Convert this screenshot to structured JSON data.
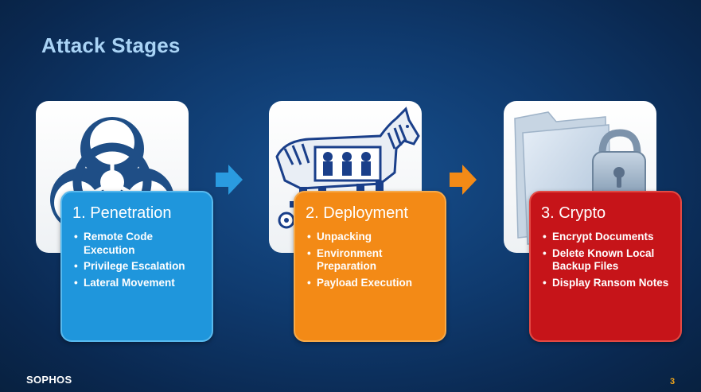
{
  "title": "Attack Stages",
  "stages": [
    {
      "title": "1. Penetration",
      "color": "#1f96dc",
      "icon": "biohazard-icon",
      "items": [
        "Remote Code Execution",
        "Privilege Escalation",
        "Lateral Movement"
      ]
    },
    {
      "title": "2. Deployment",
      "color": "#f38a16",
      "icon": "trojan-horse-icon",
      "items": [
        "Unpacking",
        "Environment Preparation",
        "Payload Execution"
      ]
    },
    {
      "title": "3. Crypto",
      "color": "#c61419",
      "icon": "locked-folder-icon",
      "items": [
        "Encrypt Documents",
        "Delete Known Local Backup Files",
        "Display Ransom Notes"
      ]
    }
  ],
  "arrows": [
    {
      "color": "#2a9be0",
      "icon": "arrow-right-icon"
    },
    {
      "color": "#f38a16",
      "icon": "arrow-right-icon"
    }
  ],
  "footer": {
    "brand": "SOPHOS",
    "page_number": "3",
    "page_number_color": "#f3a71a"
  }
}
